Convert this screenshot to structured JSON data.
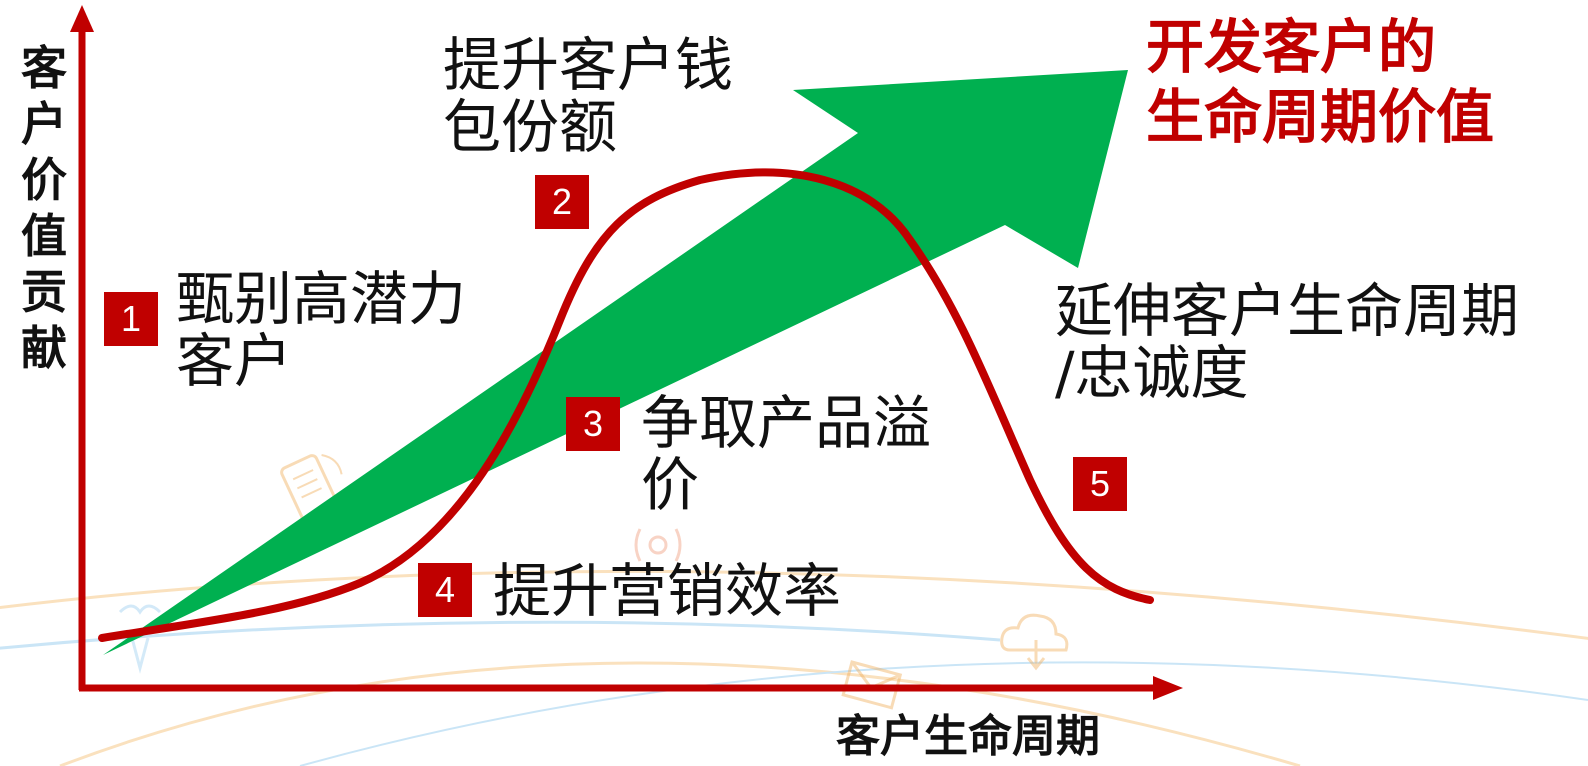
{
  "axes": {
    "y_label": "客户价值贡献",
    "x_label": "客户生命周期"
  },
  "title": {
    "line1": "开发客户的",
    "line2": "生命周期价值"
  },
  "stages": [
    {
      "number": "1",
      "line1": "甄别高潜力",
      "line2": "客户"
    },
    {
      "number": "2",
      "line1": "提升客户钱",
      "line2": "包份额"
    },
    {
      "number": "3",
      "line1": "争取产品溢",
      "line2": "价"
    },
    {
      "number": "4",
      "line1": "提升营销效率",
      "line2": ""
    },
    {
      "number": "5",
      "line1": "延伸客户生命周期",
      "line2": "/忠诚度"
    }
  ],
  "colors": {
    "accent_red": "#c00000",
    "arrow_green": "#00b050",
    "axis_red": "#c00000",
    "text": "#111111"
  },
  "background_icons": [
    "phone-icon",
    "signal-tower-icon",
    "cloud-icon",
    "envelope-icon",
    "gift-icon"
  ]
}
